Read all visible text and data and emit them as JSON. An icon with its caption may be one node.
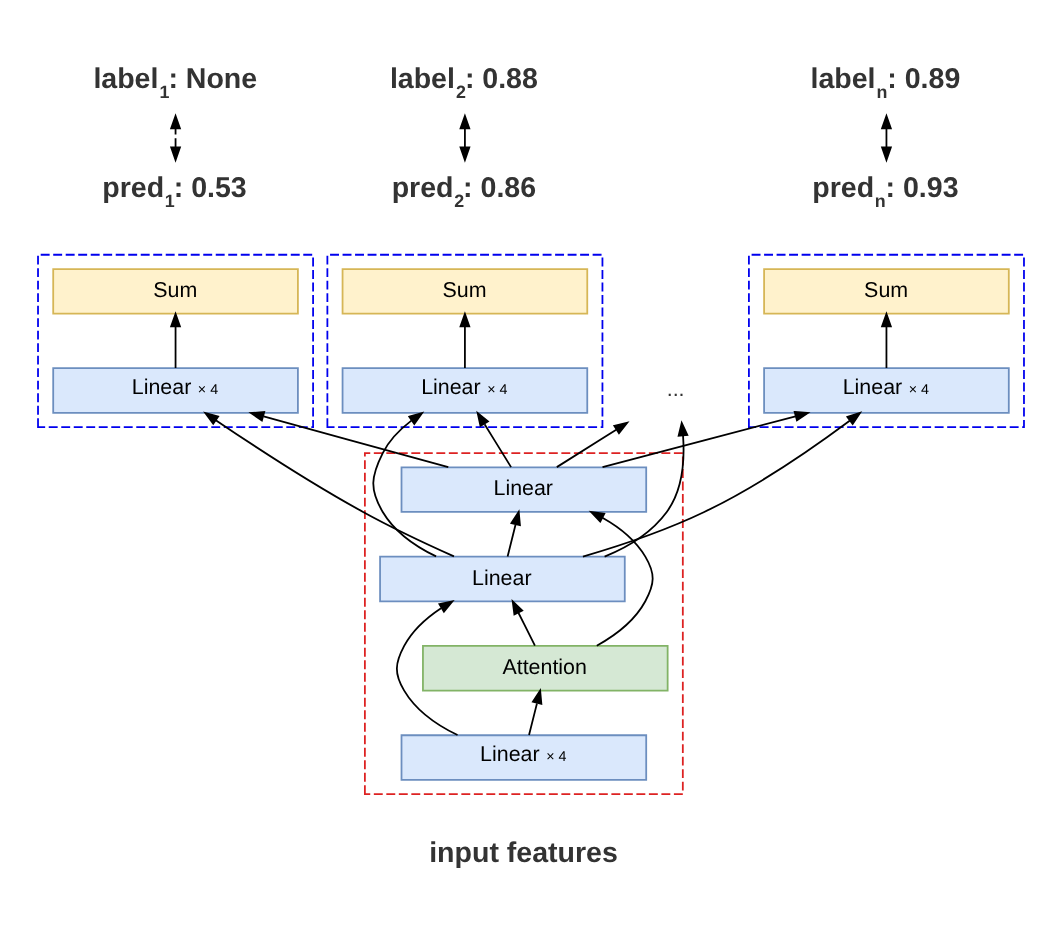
{
  "diagram": {
    "nodes": [
      {
        "text": [
          "label$_{1}$: None"
        ]
      },
      {
        "text": [
          "label$_{2}$: 0.88"
        ]
      },
      {
        "text": [
          "label$_{n}$: 0.89"
        ]
      },
      {
        "text": [
          "pred$_{1}$: 0.53"
        ]
      },
      {
        "text": [
          "pred$_{2}$: 0.86"
        ]
      },
      {
        "text": [
          "pred$_{n}$: 0.93"
        ]
      },
      {
        "text": [],
        "shape": "box"
      },
      {
        "text": [
          "Sum"
        ],
        "in": 6
      },
      {
        "text": [
          "Linear",
          "× 4"
        ],
        "in": 6
      },
      {
        "text": [],
        "shape": "box"
      },
      {
        "text": [
          "Sum"
        ],
        "in": 9
      },
      {
        "text": [
          "Linear",
          "× 4"
        ],
        "in": 9
      },
      {
        "text": [
          "..."
        ]
      },
      {
        "text": [],
        "shape": "box"
      },
      {
        "text": [
          "Sum"
        ],
        "in": 13
      },
      {
        "text": [
          "Linear",
          "× 4"
        ],
        "in": 13
      },
      {
        "text": [],
        "shape": "box"
      },
      {
        "text": [
          "Linear"
        ],
        "in": 16
      },
      {
        "text": [
          "Linear"
        ],
        "in": 16
      },
      {
        "text": [
          "Attention"
        ],
        "in": 16
      },
      {
        "text": [
          "Linear",
          "× 4"
        ],
        "in": 16
      }
    ],
    "edges": [
      {
        "from": 3,
        "to": 0,
        "arrow": "both",
        "style": "dashed"
      },
      {
        "from": 4,
        "to": 1,
        "arrow": "both"
      },
      {
        "from": 5,
        "to": 2,
        "arrow": "both"
      },
      {
        "from": 8,
        "to": 7,
        "arrow": "to"
      },
      {
        "from": 11,
        "to": 10,
        "arrow": "to"
      },
      {
        "from": 15,
        "to": 14,
        "arrow": "to"
      },
      {
        "from": 20,
        "to": 19,
        "arrow": "to"
      },
      {
        "from": 20,
        "to": 18,
        "arrow": "to"
      },
      {
        "from": 19,
        "to": 18,
        "arrow": "to"
      },
      {
        "from": 19,
        "to": 17,
        "arrow": "to"
      },
      {
        "from": 18,
        "to": 17,
        "arrow": "to"
      },
      {
        "from": 17,
        "to": 8,
        "arrow": "to"
      },
      {
        "from": 17,
        "to": 11,
        "arrow": "to"
      },
      {
        "from": 17,
        "to": 12,
        "arrow": "to"
      },
      {
        "from": 17,
        "to": 15,
        "arrow": "to"
      },
      {
        "from": 18,
        "to": 8,
        "arrow": "to"
      },
      {
        "from": 18,
        "to": 11,
        "arrow": "to"
      },
      {
        "from": 18,
        "to": 12,
        "arrow": "to"
      },
      {
        "from": 18,
        "to": 15,
        "arrow": "to"
      }
    ],
    "labels": [
      "input features"
    ]
  }
}
